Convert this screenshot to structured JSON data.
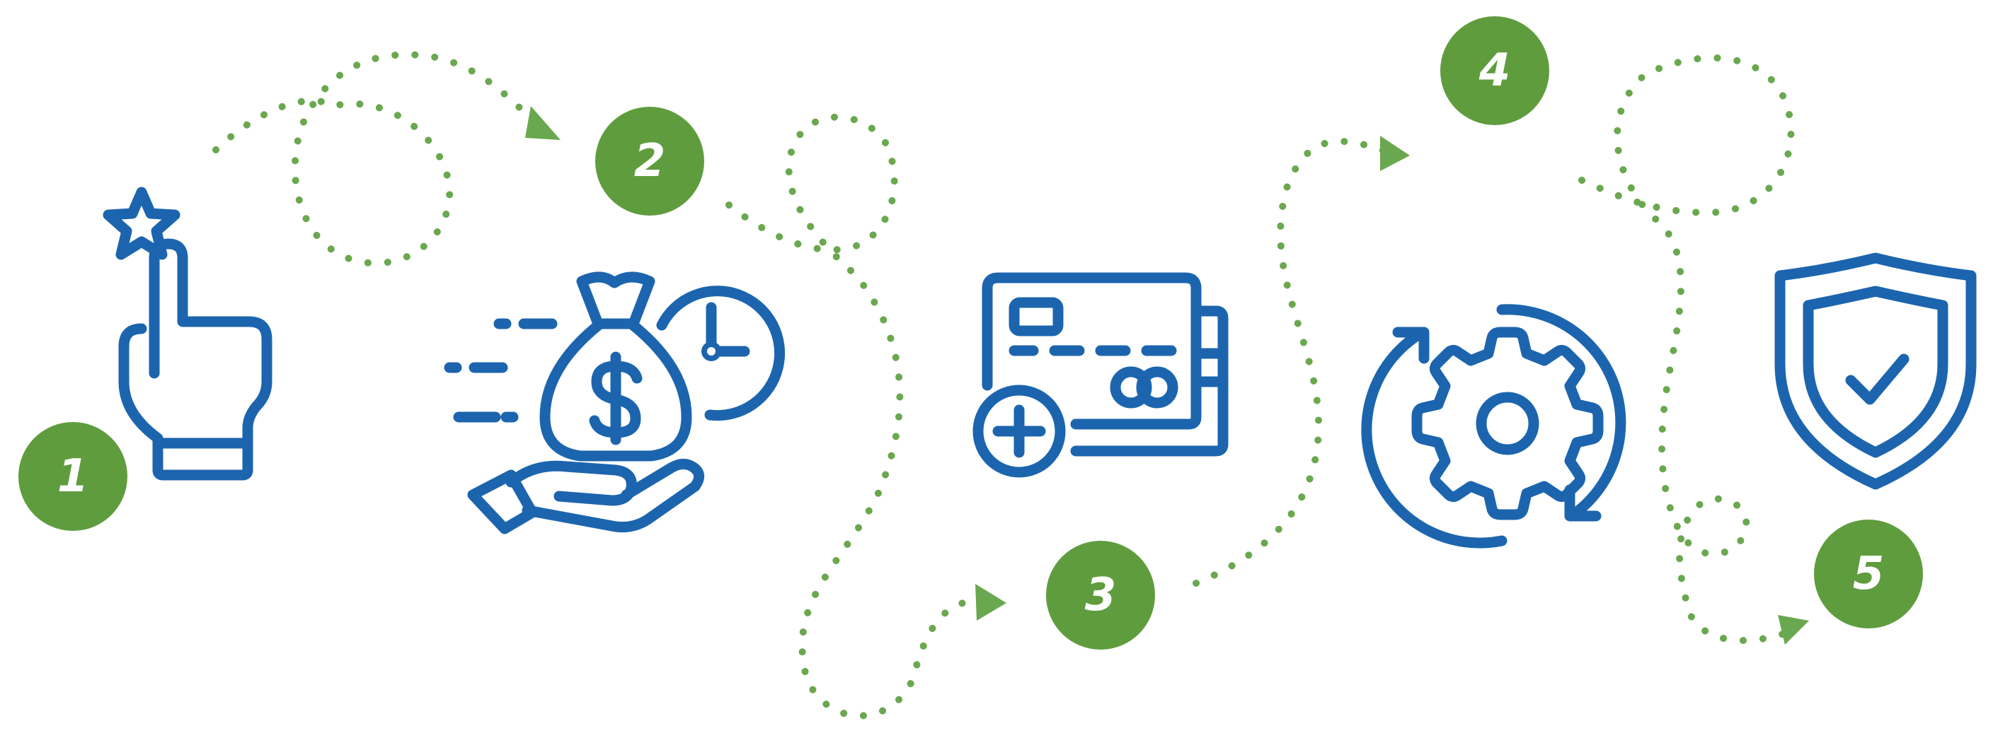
{
  "theme": {
    "icon_color": "#1c65ae",
    "badge_color": "#5f9c3e",
    "path_color": "#6aa84f"
  },
  "steps": [
    {
      "number": "1",
      "icon": "hand-pointing-star-icon"
    },
    {
      "number": "2",
      "icon": "money-bag-hand-clock-icon"
    },
    {
      "number": "3",
      "icon": "credit-card-add-icon"
    },
    {
      "number": "4",
      "icon": "gear-sync-icon"
    },
    {
      "number": "5",
      "icon": "shield-check-icon"
    }
  ]
}
